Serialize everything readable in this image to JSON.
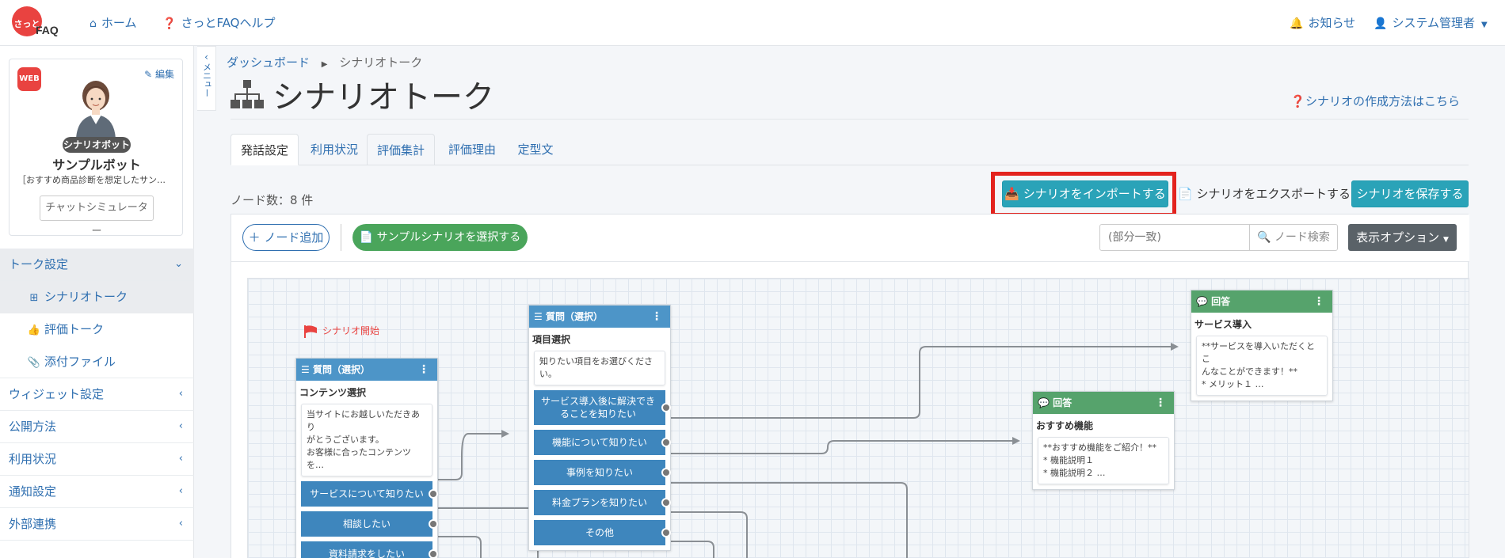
{
  "topnav": {
    "logo_mark": "さっと",
    "logo_text": "FAQ",
    "home": "ホーム",
    "help": "さっとFAQヘルプ",
    "notice": "お知らせ",
    "user": "システム管理者"
  },
  "sidebar": {
    "web_badge": "WEB",
    "edit": "編集",
    "bot_type": "シナリオボット",
    "bot_name": "サンプルボット",
    "bot_desc": "［おすすめ商品診断を想定したサン…",
    "simulator": "チャットシミュレーター",
    "menu_tab": "メニュー",
    "menu": [
      {
        "label": "トーク設定"
      },
      {
        "label": "シナリオトーク"
      },
      {
        "label": "評価トーク"
      },
      {
        "label": "添付ファイル"
      },
      {
        "label": "ウィジェット設定"
      },
      {
        "label": "公開方法"
      },
      {
        "label": "利用状況"
      },
      {
        "label": "通知設定"
      },
      {
        "label": "外部連携"
      }
    ]
  },
  "breadcrumb": {
    "dashboard": "ダッシュボード",
    "current": "シナリオトーク"
  },
  "page_title": "シナリオトーク",
  "help_link": "シナリオの作成方法はこちら",
  "tabs": [
    "発話設定",
    "利用状況",
    "評価集計",
    "評価理由",
    "定型文"
  ],
  "node_count": "ノード数：8 件",
  "actions": {
    "import": "シナリオをインポートする",
    "export": "シナリオをエクスポートする",
    "save": "シナリオを保存する"
  },
  "toolbar": {
    "add_node": "ノード追加",
    "sample": "サンプルシナリオを選択する",
    "search_placeholder": "(部分一致)",
    "search_button": "ノード検索",
    "view_options": "表示オプション"
  },
  "canvas": {
    "start_label": "シナリオ開始",
    "nodes": {
      "n1": {
        "type": "質問（選択）",
        "title": "コンテンツ選択",
        "body": [
          "当サイトにお越しいただきあり",
          "がとうございます。",
          "お客様に合ったコンテンツを…"
        ],
        "choices": [
          "サービスについて知りたい",
          "相談したい",
          "資料請求をしたい"
        ]
      },
      "n2": {
        "type": "質問（選択）",
        "title": "項目選択",
        "body": [
          "知りたい項目をお選びくださ",
          "い。"
        ],
        "choices": [
          "サービス導入後に解決できることを知りたい",
          "機能について知りたい",
          "事例を知りたい",
          "料金プランを知りたい",
          "その他"
        ]
      },
      "n3": {
        "type": "回答",
        "title": "おすすめ機能",
        "body": [
          "**おすすめ機能をご紹介！**",
          "* 機能説明１",
          "* 機能説明２ …"
        ]
      },
      "n4": {
        "type": "回答",
        "title": "サービス導入",
        "body": [
          "**サービスを導入いただくとこ",
          "んなことができます！**",
          "* メリット１ …"
        ]
      }
    }
  },
  "colors": {
    "link": "#2f6fb0",
    "primary_teal": "#2aa3b8",
    "question_head": "#4d95c8",
    "answer_head": "#56a36c",
    "highlight": "#e3231e",
    "sample_green": "#4aa55b"
  }
}
